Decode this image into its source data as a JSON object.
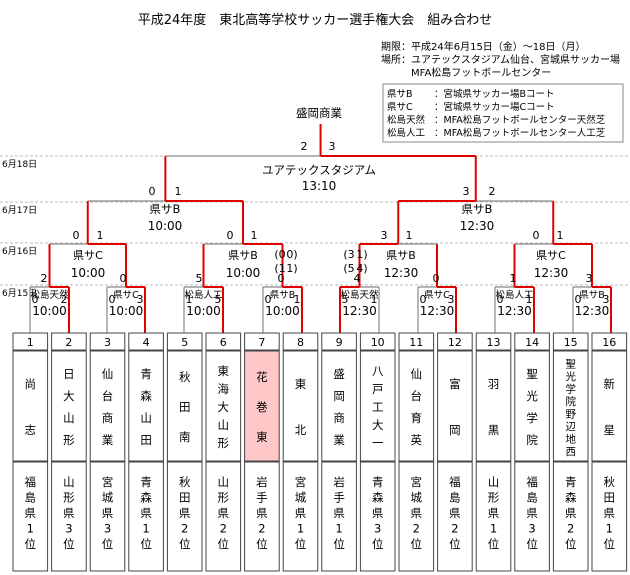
{
  "title": "平成24年度　東北高等学校サッカー選手権大会　組み合わせ",
  "info": {
    "period": "期限：平成24年6月15日（金）～18日（月）",
    "place": "場所：ユアテックスタジアム仙台、宮城県サッカー場",
    "place2": "MFA松島フットボールセンター"
  },
  "legend": [
    {
      "abbr": "県サB",
      "desc": "：宮城県サッカー場Bコート"
    },
    {
      "abbr": "県サC",
      "desc": "：宮城県サッカー場Cコート"
    },
    {
      "abbr": "松島天然",
      "desc": "：MFA松島フットボールセンター天然芝"
    },
    {
      "abbr": "松島人工",
      "desc": "：MFA松島フットボールセンター人工芝"
    }
  ],
  "champion": "盛岡商業",
  "final": {
    "venue": "ユアテックスタジアム",
    "time": "13:10",
    "score_left": "2",
    "score_right": "3"
  },
  "dates": [
    "6月18日",
    "6月17日",
    "6月16日",
    "6月15日"
  ],
  "semis": [
    {
      "venue": "県サB",
      "time": "10:00",
      "score_left": "0",
      "score_right": "1"
    },
    {
      "venue": "県サB",
      "time": "12:30",
      "score_left": "3",
      "score_right": "2"
    }
  ],
  "quarters": [
    {
      "venue": "県サB",
      "time": "10:00",
      "score_left": "0",
      "score_right": "1"
    },
    {
      "venue": "県サB",
      "time": "10:00",
      "score_left": "0",
      "score_right": "1"
    },
    {
      "venue": "県サB",
      "time": "12:30",
      "score_left": "3",
      "score_right": "1"
    },
    {
      "venue": "県サB",
      "time": "12:30",
      "score_left": "0",
      "score_right": "1"
    }
  ],
  "r16": [
    {
      "venue": "県サC",
      "time": "10:00",
      "score_left": "2",
      "score_right": "0"
    },
    {
      "venue": "県サB",
      "time": "10:00",
      "score_left": "5",
      "score_right": "0"
    },
    {
      "venue": "県サB",
      "time": "12:30",
      "score_left": "4",
      "score_right": "0"
    },
    {
      "venue": "県サC",
      "time": "12:30",
      "score_left": "1",
      "score_right": "3"
    }
  ],
  "r16_pk": [
    {
      "left": "(0",
      "right": "0)"
    },
    {
      "left": "(1",
      "right": "1)"
    },
    {
      "left": "(3",
      "right": "1)"
    },
    {
      "left": "(5",
      "right": "4)"
    }
  ],
  "r32": [
    {
      "venue": "松島天然",
      "time": "10:00",
      "score_left": "0",
      "score_right": "2"
    },
    {
      "venue": "県サC",
      "time": "10:00",
      "score_left": "0",
      "score_right": "3"
    },
    {
      "venue": "松島人工",
      "time": "10:00",
      "score_left": "1",
      "score_right": "5"
    },
    {
      "venue": "県サB",
      "time": "10:00",
      "score_left": "0",
      "score_right": "1"
    },
    {
      "venue": "松島天然",
      "time": "12:30",
      "score_left": "5",
      "score_right": "1"
    },
    {
      "venue": "県サC",
      "time": "12:30",
      "score_left": "0",
      "score_right": "3"
    },
    {
      "venue": "松島人工",
      "time": "12:30",
      "score_left": "0",
      "score_right": "1"
    },
    {
      "venue": "県サB",
      "time": "12:30",
      "score_left": "0",
      "score_right": "3"
    }
  ],
  "teams": [
    {
      "num": "1",
      "name": [
        "尚",
        "志"
      ],
      "pref": "福島県1位"
    },
    {
      "num": "2",
      "name": [
        "日",
        "大",
        "山",
        "形"
      ],
      "pref": "山形県3位"
    },
    {
      "num": "3",
      "name": [
        "仙",
        "台",
        "商",
        "業"
      ],
      "pref": "宮城県3位"
    },
    {
      "num": "4",
      "name": [
        "青",
        "森",
        "山",
        "田"
      ],
      "pref": "青森県1位"
    },
    {
      "num": "5",
      "name": [
        "秋",
        "田",
        "南"
      ],
      "pref": "秋田県2位"
    },
    {
      "num": "6",
      "name": [
        "東",
        "海",
        "大",
        "山",
        "形"
      ],
      "pref": "山形県2位"
    },
    {
      "num": "7",
      "name": [
        "花",
        "巻",
        "東"
      ],
      "pref": "岩手県2位"
    },
    {
      "num": "8",
      "name": [
        "東",
        "北"
      ],
      "pref": "宮城県1位"
    },
    {
      "num": "9",
      "name": [
        "盛",
        "岡",
        "商",
        "業"
      ],
      "pref": "岩手県1位"
    },
    {
      "num": "10",
      "name": [
        "八",
        "戸",
        "工",
        "大",
        "一"
      ],
      "pref": "青森県3位"
    },
    {
      "num": "11",
      "name": [
        "仙",
        "台",
        "育",
        "英"
      ],
      "pref": "宮城県2位"
    },
    {
      "num": "12",
      "name": [
        "富",
        "岡"
      ],
      "pref": "福島県2位"
    },
    {
      "num": "13",
      "name": [
        "羽",
        "黒"
      ],
      "pref": "山形県1位"
    },
    {
      "num": "14",
      "name": [
        "聖",
        "光",
        "学",
        "院"
      ],
      "pref": "福島県3位"
    },
    {
      "num": "15",
      "name": [
        "聖",
        "光",
        "学",
        "院",
        "野",
        "辺",
        "地",
        "西"
      ],
      "pref": "青森県2位"
    },
    {
      "num": "16",
      "name": [
        "新",
        "星"
      ],
      "pref": "秋田県1位"
    }
  ],
  "highlight_team": "7",
  "colors": {
    "win": "#e00000",
    "line": "#888888",
    "highlight": "#ffc8c8"
  }
}
